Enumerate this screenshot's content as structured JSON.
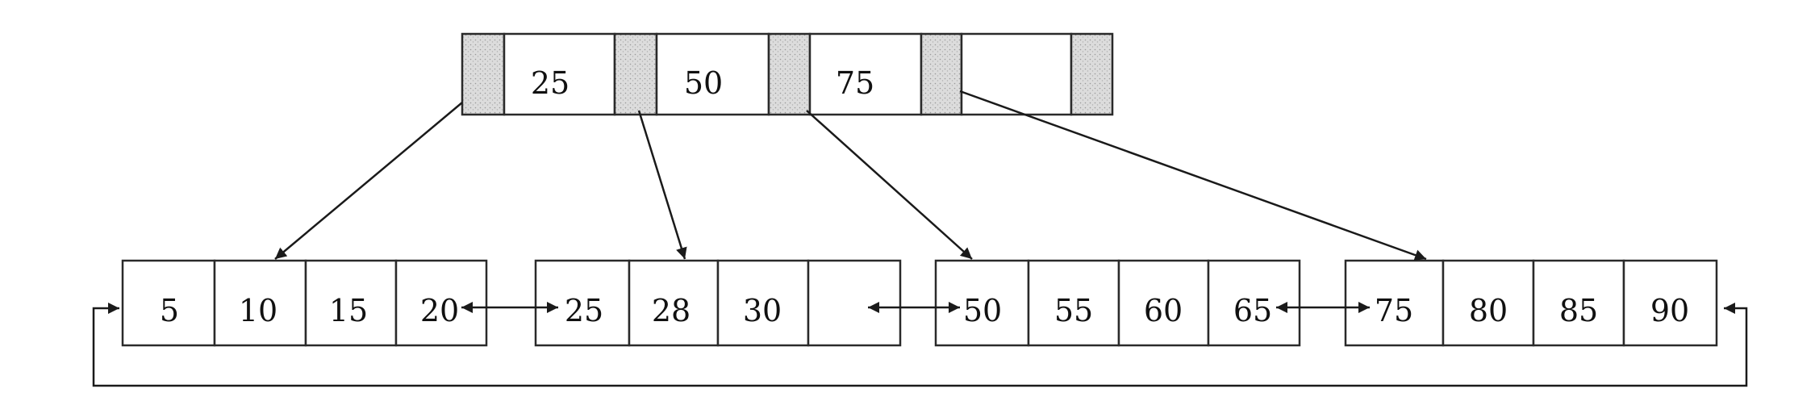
{
  "root": {
    "keys": [
      "25",
      "50",
      "75",
      ""
    ]
  },
  "leaves": [
    {
      "keys": [
        "5",
        "10",
        "15",
        "20"
      ]
    },
    {
      "keys": [
        "25",
        "28",
        "30",
        ""
      ]
    },
    {
      "keys": [
        "50",
        "55",
        "60",
        "65"
      ]
    },
    {
      "keys": [
        "75",
        "80",
        "85",
        "90"
      ]
    }
  ],
  "colors": {
    "pointer_fill": "#dcdcdc",
    "stroke": "#2a2a2a"
  }
}
